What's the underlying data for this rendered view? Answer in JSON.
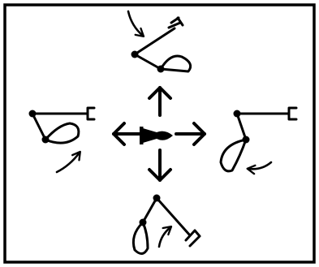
{
  "colors": {
    "background": "#ffffff",
    "ink": "#000000"
  },
  "diagram": {
    "center": {
      "icon": "horn-icon",
      "arrows": [
        "up",
        "down",
        "left",
        "right"
      ]
    },
    "poses": [
      {
        "position": "top",
        "icon": "excavator-arm-icon",
        "motion": "curved-arrow-down"
      },
      {
        "position": "left",
        "icon": "excavator-arm-icon",
        "motion": "curved-arrow-up-right"
      },
      {
        "position": "right",
        "icon": "excavator-arm-icon",
        "motion": "curved-arrow-left"
      },
      {
        "position": "bottom",
        "icon": "excavator-arm-icon",
        "motion": "curved-arrow-up"
      }
    ]
  }
}
